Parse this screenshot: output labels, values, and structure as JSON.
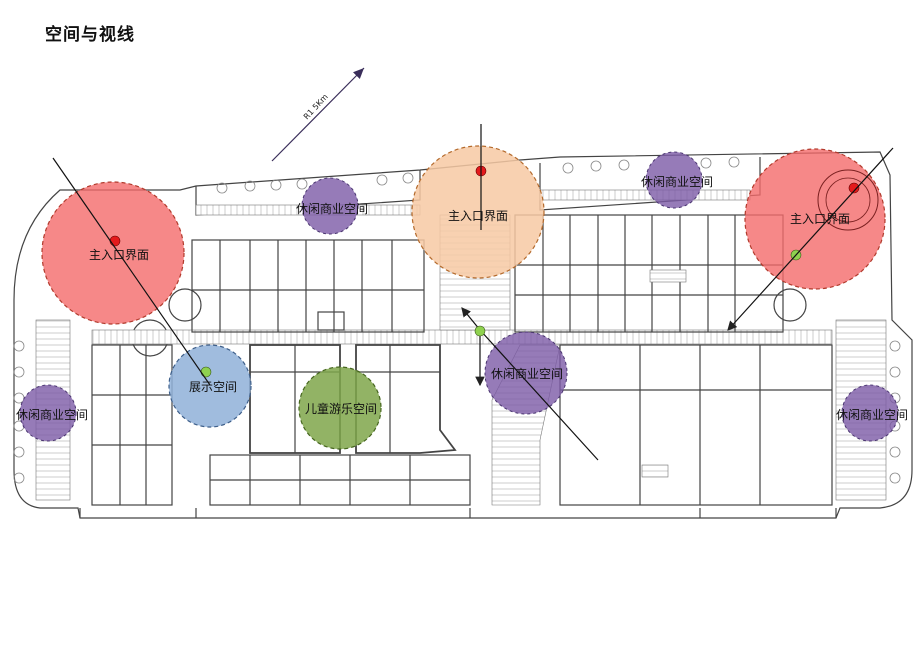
{
  "title": "空间与视线",
  "north_label": "R1 5Km",
  "colors": {
    "entrance": "#f46a6a",
    "entrance_center": "#f7c9a3",
    "leisure": "#7c5aa6",
    "display": "#8fb0d8",
    "kids": "#7fa64a",
    "red_dot": "#e41a1c",
    "green_dot": "#8fd14f"
  },
  "zones": [
    {
      "label": "主入口界面",
      "type": "entrance"
    },
    {
      "label": "主入口界面",
      "type": "entrance_center"
    },
    {
      "label": "主入口界面",
      "type": "entrance"
    },
    {
      "label": "休闲商业空间",
      "type": "leisure"
    },
    {
      "label": "休闲商业空间",
      "type": "leisure"
    },
    {
      "label": "休闲商业空间",
      "type": "leisure"
    },
    {
      "label": "休闲商业空间",
      "type": "leisure"
    },
    {
      "label": "休闲商业空间",
      "type": "leisure"
    },
    {
      "label": "展示空间",
      "type": "display"
    },
    {
      "label": "儿童游乐空间",
      "type": "kids"
    }
  ]
}
